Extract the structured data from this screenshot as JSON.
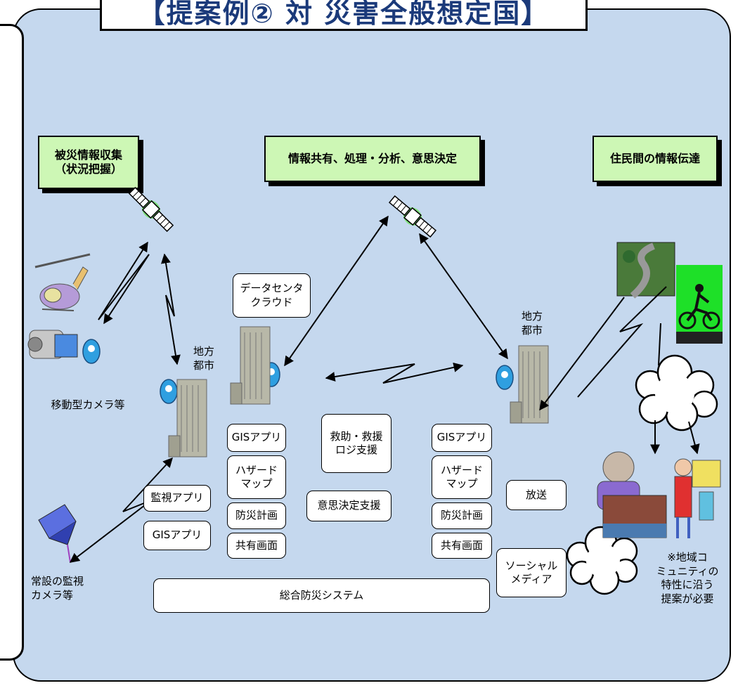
{
  "title": "【提案例② 対 災害全般想定国】",
  "headers": {
    "collection": "被災情報収集\n（状況把握）",
    "sharing": "情報共有、処理・分析、意思決定",
    "residents": "住民間の情報伝達"
  },
  "labels": {
    "mobile_camera": "移動型カメラ等",
    "fixed_camera": "常設の監視\nカメラ等",
    "city_left": "地方\n都市",
    "city_right": "地方\n都市",
    "community_note": "※地域コ\nミュニティの\n特性に沿う\n提案が必要"
  },
  "boxes": {
    "datacenter": "データセンタ\nクラウド",
    "monitor_app": "監視アプリ",
    "gis_app_left": "GISアプリ",
    "gis_app_mid_left": "GISアプリ",
    "hazard_map_left": "ハザード\nマップ",
    "disaster_plan_left": "防災計画",
    "shared_screen_left": "共有画面",
    "rescue": "救助・救援\nロジ支援",
    "decision_support": "意思決定支援",
    "gis_app_right": "GISアプリ",
    "hazard_map_right": "ハザード\nマップ",
    "disaster_plan_right": "防災計画",
    "shared_screen_right": "共有画面",
    "broadcast": "放送",
    "social_media": "ソーシャル\nメディア",
    "integrated_system": "総合防災システム"
  },
  "colors": {
    "panel": "#c5d8ee",
    "header_box": "#cdf7b5",
    "title_text": "#1b3a7a"
  }
}
